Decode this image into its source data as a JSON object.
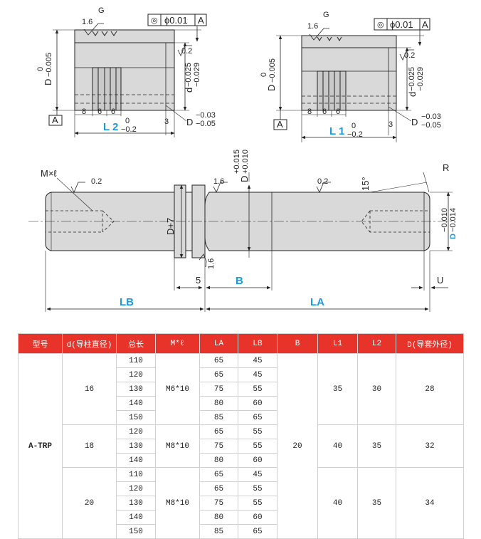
{
  "drawing": {
    "top_left": {
      "roughness": "1.6",
      "g": "G",
      "tolerance_symbol": "◎",
      "tolerance_value": "ϕ0.01",
      "datum": "A",
      "datum_label": "A",
      "d_bore": "D",
      "d_bore_tol_up": "0",
      "d_bore_tol_low": "−0.005",
      "roughness_02": "0.2",
      "d_small": "d",
      "d_small_tol_up": "−0.025",
      "d_small_tol_low": "−0.029",
      "dim_8": "8",
      "dim_6a": "6",
      "dim_6b": "6",
      "dim_3": "3",
      "outer": "D",
      "outer_tol_up": "−0.03",
      "outer_tol_low": "−0.05",
      "length": "L 2",
      "length_tol_up": "0",
      "length_tol_low": "−0.2"
    },
    "top_right": {
      "roughness": "1.6",
      "g": "G",
      "tolerance_symbol": "◎",
      "tolerance_value": "ϕ0.01",
      "datum": "A",
      "datum_label": "A",
      "d_bore": "D",
      "d_bore_tol_up": "0",
      "d_bore_tol_low": "−0.005",
      "roughness_02": "0.2",
      "d_small": "d",
      "d_small_tol_up": "−0.025",
      "d_small_tol_low": "−0.029",
      "dim_8": "8",
      "dim_6a": "6",
      "dim_6b": "6",
      "dim_3": "3",
      "outer": "D",
      "outer_tol_up": "−0.03",
      "outer_tol_low": "−0.05",
      "length": "L 1",
      "length_tol_up": "0",
      "length_tol_low": "−0.2"
    },
    "shaft": {
      "thread": "M×ℓ",
      "roughness_left": "0.2",
      "roughness_mid": "1.6",
      "roughness_right": "0.2",
      "roughness_bottom": "1.6",
      "bore": "D",
      "bore_tol_up": "+0.015",
      "bore_tol_low": "+0.010",
      "flange": "D+7",
      "angle": "15°",
      "radius": "R",
      "end_dia": "D",
      "end_tol_up": "−0.010",
      "end_tol_low": "−0.014",
      "dim_5": "5",
      "dim_b": "B",
      "dim_u": "U",
      "dim_lb": "LB",
      "dim_la": "LA"
    }
  },
  "table": {
    "headers": [
      "型号",
      "d(导柱直径)",
      "总长",
      "M*ℓ",
      "LA",
      "LB",
      "B",
      "L1",
      "L2",
      "D(导套外径)"
    ],
    "model": "A-TRP",
    "b": "20",
    "groups": [
      {
        "d": "16",
        "m": "M6*10",
        "l1": "35",
        "l2": "30",
        "dd": "28",
        "rows": [
          {
            "total": "110",
            "la": "65",
            "lb": "45"
          },
          {
            "total": "120",
            "la": "65",
            "lb": "45"
          },
          {
            "total": "130",
            "la": "75",
            "lb": "55"
          },
          {
            "total": "140",
            "la": "80",
            "lb": "60"
          },
          {
            "total": "150",
            "la": "85",
            "lb": "65"
          }
        ]
      },
      {
        "d": "18",
        "m": "M8*10",
        "l1": "40",
        "l2": "35",
        "dd": "32",
        "rows": [
          {
            "total": "120",
            "la": "65",
            "lb": "55"
          },
          {
            "total": "130",
            "la": "75",
            "lb": "55"
          },
          {
            "total": "140",
            "la": "80",
            "lb": "60"
          }
        ]
      },
      {
        "d": "20",
        "m": "M8*10",
        "l1": "40",
        "l2": "35",
        "dd": "34",
        "rows": [
          {
            "total": "110",
            "la": "65",
            "lb": "45"
          },
          {
            "total": "120",
            "la": "65",
            "lb": "55"
          },
          {
            "total": "130",
            "la": "75",
            "lb": "55"
          },
          {
            "total": "140",
            "la": "80",
            "lb": "60"
          },
          {
            "total": "150",
            "la": "85",
            "lb": "65"
          }
        ]
      }
    ]
  },
  "colors": {
    "header_bg": "#e8332a",
    "accent_blue": "#1a9be0",
    "part_fill": "#d9d9d9"
  }
}
